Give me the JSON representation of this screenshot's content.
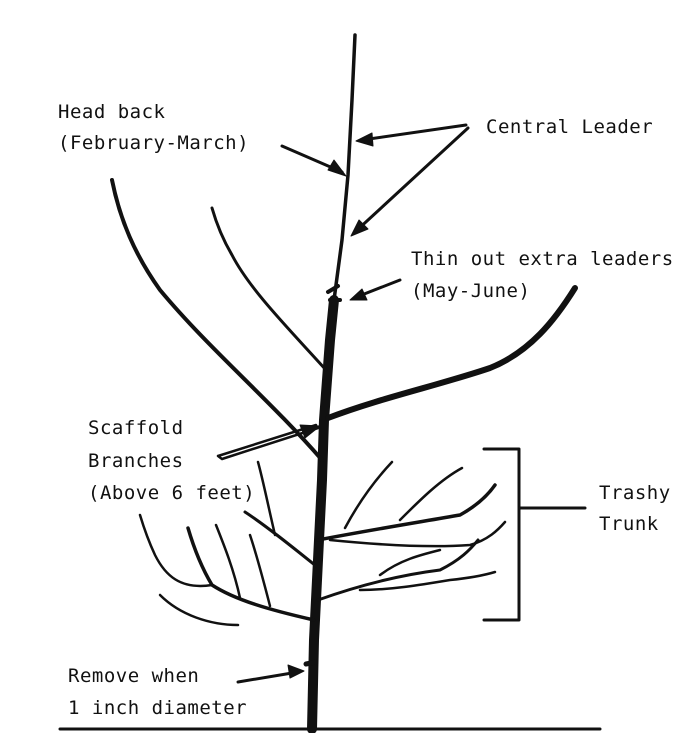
{
  "labels": {
    "head_back_1": "Head back",
    "head_back_2": "(February-March)",
    "central_leader": "Central Leader",
    "thin_out_1": "Thin out extra leaders",
    "thin_out_2": "(May-June)",
    "scaffold_1": "Scaffold",
    "scaffold_2": "Branches",
    "scaffold_3": "(Above 6 feet)",
    "trashy_1": "Trashy",
    "trashy_2": "Trunk",
    "remove_1": "Remove when",
    "remove_2": "1 inch diameter"
  },
  "colors": {
    "ink": "#111111",
    "background": "#ffffff"
  }
}
